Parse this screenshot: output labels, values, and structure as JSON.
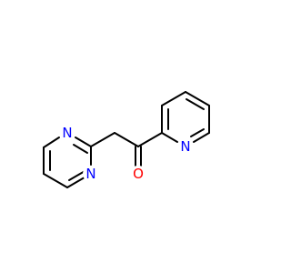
{
  "molecule": {
    "atoms": [
      {
        "id": "n1",
        "element": "N",
        "label": "N",
        "color": "#0000ff"
      },
      {
        "id": "n2",
        "element": "N",
        "label": "N",
        "color": "#0000ff"
      },
      {
        "id": "o1",
        "element": "O",
        "label": "O",
        "color": "#ff0000"
      },
      {
        "id": "n3",
        "element": "N",
        "label": "N",
        "color": "#0000ff"
      }
    ]
  }
}
